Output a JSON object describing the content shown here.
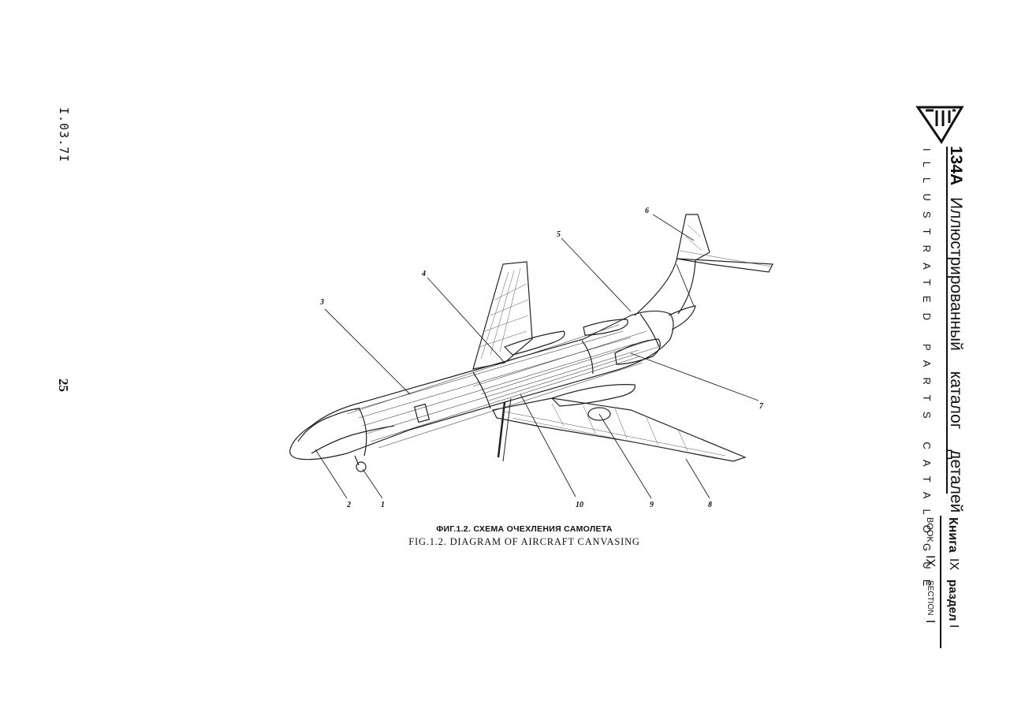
{
  "page": {
    "doc_number": "I.03.7I",
    "page_number": "25"
  },
  "header": {
    "model": "134A",
    "title_ru": "Иллюстрированный каталог деталей",
    "title_en": "ILLUSTRATED PARTS CATALOGUE",
    "book_ru": "Книга",
    "book_num": "IX",
    "section_ru": "раздел",
    "section_num": "I",
    "book_en": "BOOK",
    "book_en_num": "IX",
    "section_en": "SECTION",
    "section_en_num": "I"
  },
  "figure": {
    "caption_ru": "ФИГ.1.2. СХЕМА ОЧЕХЛЕНИЯ САМОЛЕТА",
    "caption_en": "FIG.1.2. DIAGRAM OF AIRCRAFT CANVASING",
    "callouts": [
      "1",
      "2",
      "3",
      "4",
      "5",
      "6",
      "7",
      "8",
      "9",
      "10"
    ]
  }
}
